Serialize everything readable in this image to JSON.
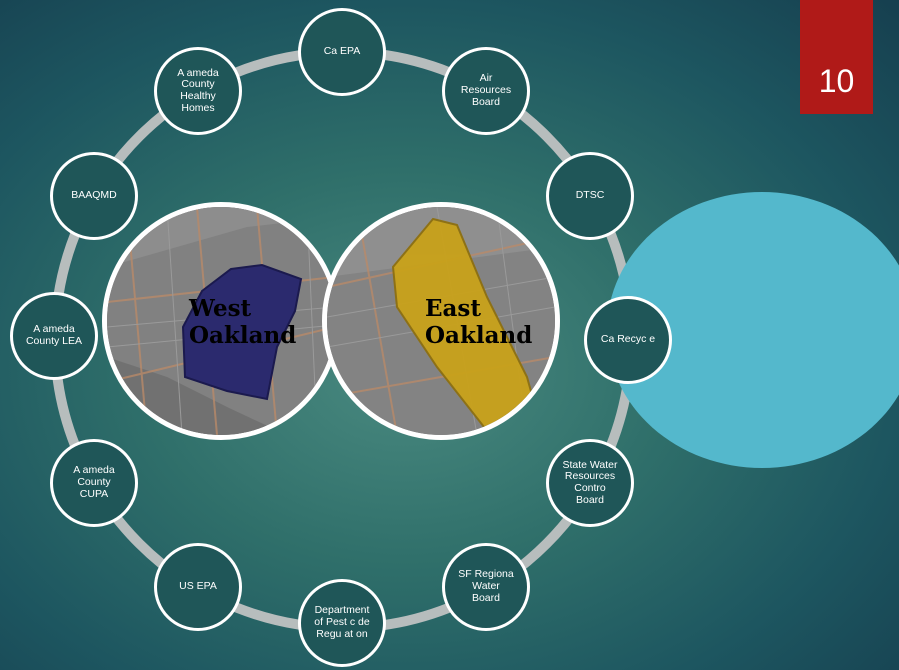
{
  "slide": {
    "number": "10"
  },
  "colors": {
    "ring": "#b7bdbd",
    "node_fill": "#1f5658",
    "node_border": "#ffffff",
    "accent_circle": "#54b8cc",
    "slide_number_bg": "#b01a18",
    "west_region": "#2b2a6e",
    "east_region": "#c9a21a"
  },
  "agencies": [
    {
      "label": "Ca EPA"
    },
    {
      "label": "Air\nResources\nBoard"
    },
    {
      "label": "DTSC"
    },
    {
      "label": "Ca Recyc e"
    },
    {
      "label": "State Water\nResources\nContro\nBoard"
    },
    {
      "label": "SF Regiona\nWater\nBoard"
    },
    {
      "label": "Department\nof Pest c de\nRegu at on"
    },
    {
      "label": "US EPA"
    },
    {
      "label": "A ameda\nCounty\nCUPA"
    },
    {
      "label": "A ameda\nCounty LEA"
    },
    {
      "label": "BAAQMD"
    },
    {
      "label": "A ameda\nCounty\nHealthy\nHomes"
    }
  ],
  "maps": {
    "west": {
      "label": "West\nOakland"
    },
    "east": {
      "label": "East\nOakland"
    }
  }
}
